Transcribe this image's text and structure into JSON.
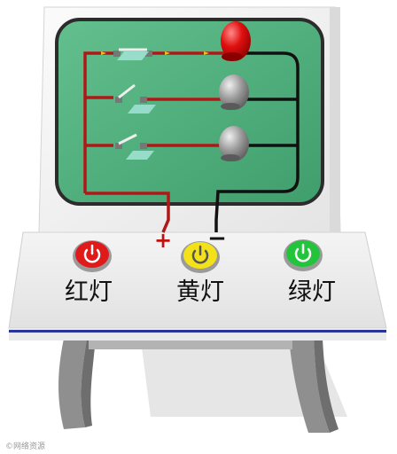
{
  "colors": {
    "board": "#4fae7c",
    "board_edge": "#2c2c2c",
    "cabinet": "#f2f2f2",
    "positive_wire": "#b01818",
    "negative_wire": "#111111",
    "red_bulb": "#e01010",
    "grey_bulb": "#8c8c8c",
    "red_button": "#e01a1a",
    "yellow_button": "#f3e21a",
    "green_button": "#22c43b",
    "base_stripe": "#28349a"
  },
  "circuit": {
    "positive_symbol": "+",
    "negative_symbol": "−",
    "bulbs": [
      {
        "id": "top",
        "lit": true,
        "icon": "red-bulb-icon"
      },
      {
        "id": "middle",
        "lit": false,
        "icon": "grey-bulb-icon"
      },
      {
        "id": "bottom",
        "lit": false,
        "icon": "grey-bulb-icon"
      }
    ],
    "switches": [
      {
        "id": "top",
        "state": "closed"
      },
      {
        "id": "middle",
        "state": "open"
      },
      {
        "id": "bottom",
        "state": "open"
      }
    ]
  },
  "buttons": [
    {
      "label": "红灯",
      "color": "#e01a1a",
      "icon": "power-icon"
    },
    {
      "label": "黄灯",
      "color": "#f3e21a",
      "icon": "power-icon"
    },
    {
      "label": "绿灯",
      "color": "#22c43b",
      "icon": "power-icon"
    }
  ],
  "watermark": "©网络资源"
}
